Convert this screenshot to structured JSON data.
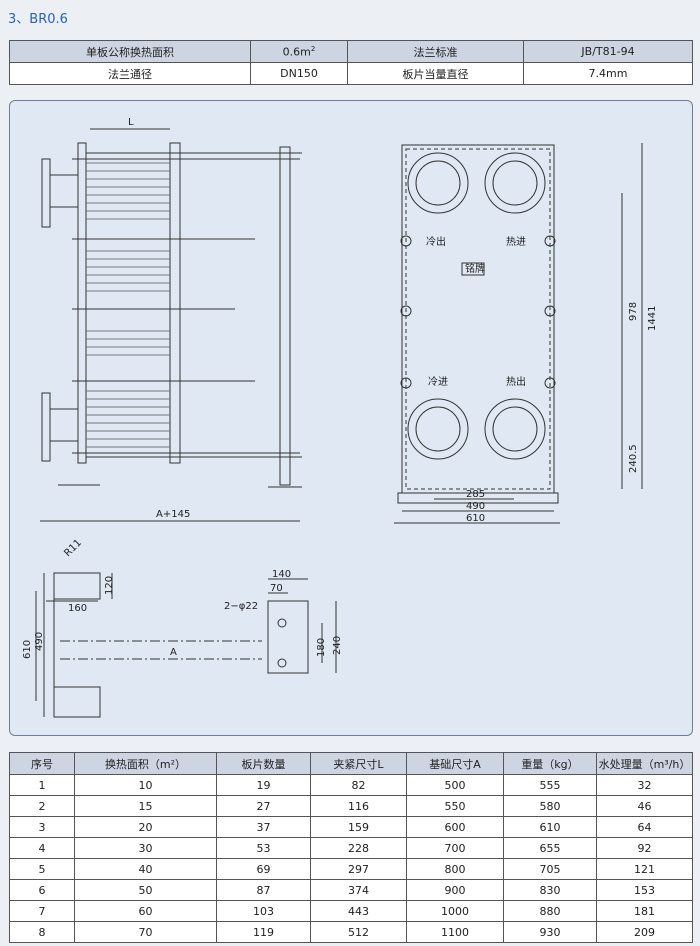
{
  "section_title": "3、BR0.6",
  "spec": {
    "r1": {
      "label1": "单板公称换热面积",
      "value1_base": "0.6m",
      "value1_sup": "2",
      "label2": "法兰标准",
      "value2": "JB/T81-94"
    },
    "r2": {
      "label1": "法兰通径",
      "value1": "DN150",
      "label2": "板片当量直径",
      "value2": "7.4mm"
    }
  },
  "drawing": {
    "side": {
      "L": "L",
      "A145": "A+145"
    },
    "front": {
      "h1441": "1441",
      "h978": "978",
      "h240": "240.5",
      "w285": "285",
      "w490": "490",
      "w610": "610",
      "cold_out": "冷出",
      "hot_in": "热进",
      "nameplate": "铭牌",
      "cold_in": "冷进",
      "hot_out": "热出"
    },
    "base": {
      "R11": "R11",
      "d120": "120",
      "d160": "160",
      "d610": "610",
      "d490": "490",
      "A": "A"
    },
    "bracket": {
      "d140": "140",
      "d70": "70",
      "hole": "2−φ22",
      "d180": "180",
      "d240": "240"
    }
  },
  "table": {
    "headers": [
      "序号",
      "换热面积（m²）",
      "板片数量",
      "夹紧尺寸L",
      "基础尺寸A",
      "重量（kg）",
      "水处理量（m³/h）"
    ],
    "rows": [
      [
        "1",
        "10",
        "19",
        "82",
        "500",
        "555",
        "32"
      ],
      [
        "2",
        "15",
        "27",
        "116",
        "550",
        "580",
        "46"
      ],
      [
        "3",
        "20",
        "37",
        "159",
        "600",
        "610",
        "64"
      ],
      [
        "4",
        "30",
        "53",
        "228",
        "700",
        "655",
        "92"
      ],
      [
        "5",
        "40",
        "69",
        "297",
        "800",
        "705",
        "121"
      ],
      [
        "6",
        "50",
        "87",
        "374",
        "900",
        "830",
        "153"
      ],
      [
        "7",
        "60",
        "103",
        "443",
        "1000",
        "880",
        "181"
      ],
      [
        "8",
        "70",
        "119",
        "512",
        "1100",
        "930",
        "209"
      ]
    ]
  }
}
